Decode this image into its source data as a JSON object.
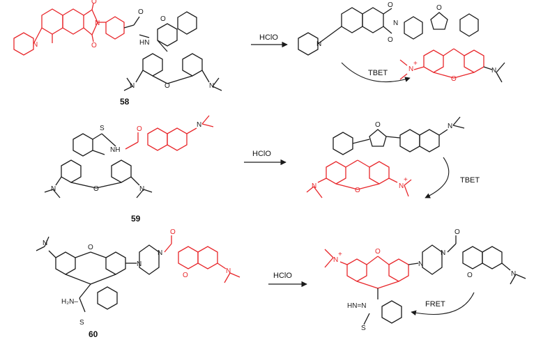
{
  "colors": {
    "ink": "#1a1a1a",
    "fluor": "#e8262a"
  },
  "compounds": [
    {
      "id": "58",
      "reagent": "HClO",
      "mechanism": "TBET"
    },
    {
      "id": "59",
      "reagent": "HClO",
      "mechanism": "TBET"
    },
    {
      "id": "60",
      "reagent": "HClO",
      "mechanism": "FRET"
    }
  ],
  "atoms": {
    "N": "N",
    "O": "O",
    "S": "S",
    "HN": "HN",
    "NH": "NH",
    "nitrogen_plus": "N",
    "plus": "+",
    "h2n": "H₂N–",
    "hn_n": "HN=N"
  }
}
